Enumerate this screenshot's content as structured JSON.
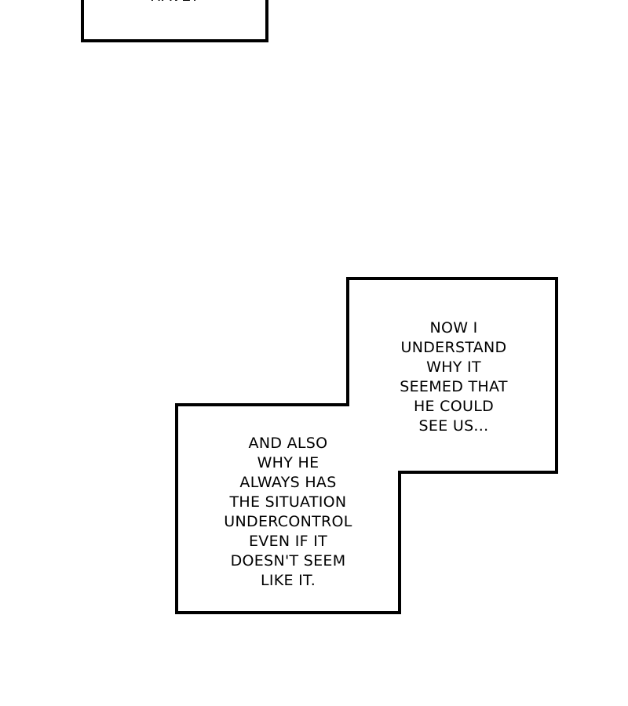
{
  "top_bubble": {
    "lines": [
      "HAVE?"
    ]
  },
  "bubble_right": {
    "lines": [
      "NOW I",
      "UNDERSTAND",
      "WHY IT",
      "SEEMED THAT",
      "HE COULD",
      "SEE US..."
    ]
  },
  "bubble_left": {
    "lines": [
      "AND ALSO",
      "WHY HE",
      "ALWAYS HAS",
      "THE SITUATION",
      "UNDERCONTROL",
      "EVEN IF IT",
      "DOESN'T SEEM",
      "LIKE IT."
    ]
  }
}
